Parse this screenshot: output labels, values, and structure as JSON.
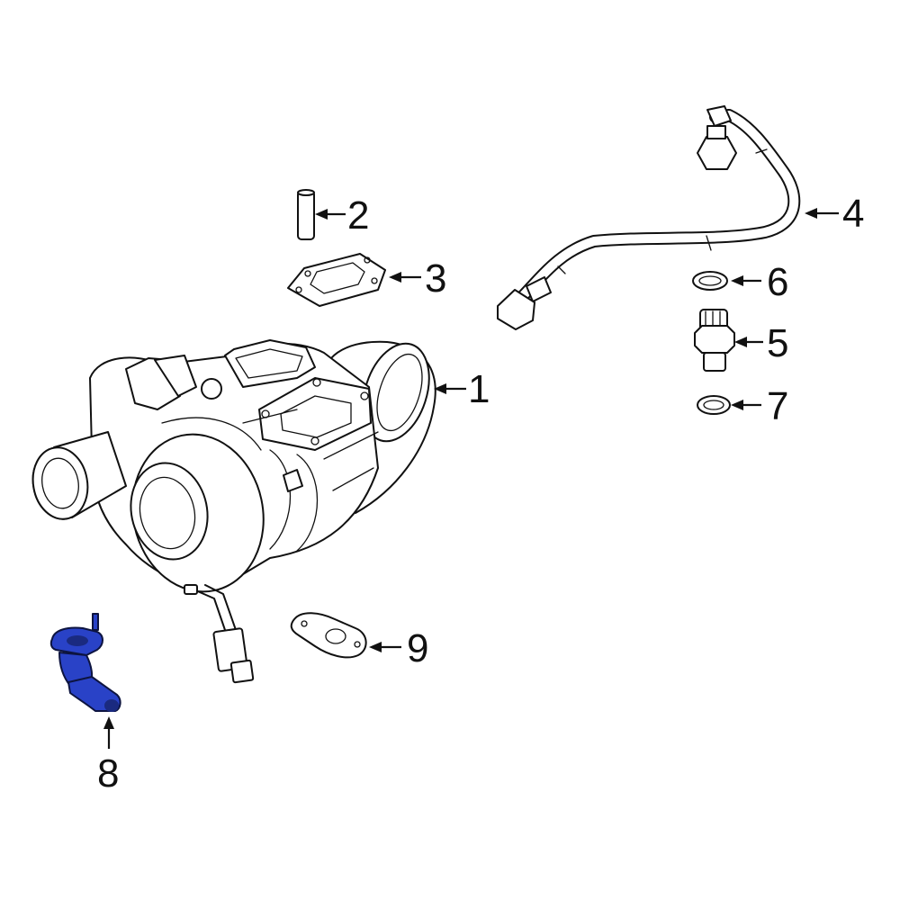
{
  "callouts": [
    {
      "id": "1",
      "label": "1"
    },
    {
      "id": "2",
      "label": "2"
    },
    {
      "id": "3",
      "label": "3"
    },
    {
      "id": "4",
      "label": "4"
    },
    {
      "id": "5",
      "label": "5"
    },
    {
      "id": "6",
      "label": "6"
    },
    {
      "id": "7",
      "label": "7"
    },
    {
      "id": "8",
      "label": "8"
    },
    {
      "id": "9",
      "label": "9"
    }
  ],
  "highlighted_part": "8",
  "colors": {
    "line": "#111111",
    "highlight": "#2942c7",
    "background": "#ffffff"
  }
}
